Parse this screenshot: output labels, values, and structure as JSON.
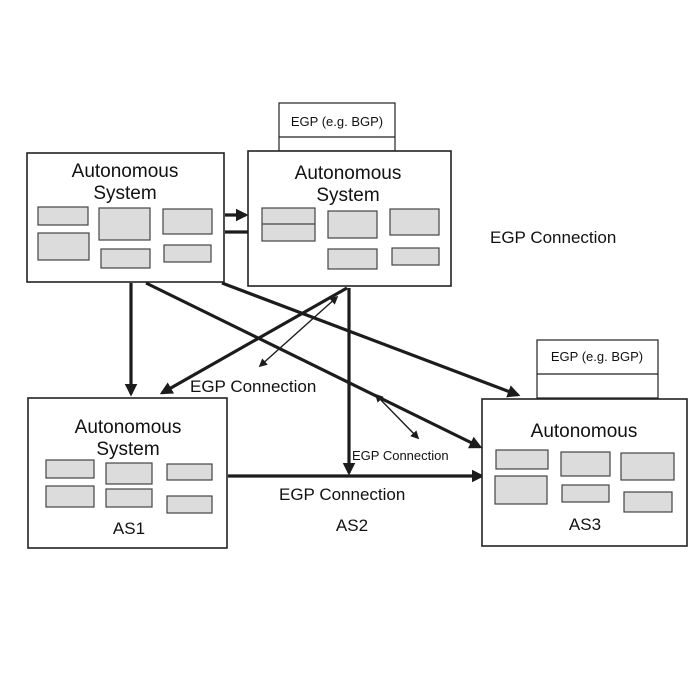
{
  "systems": {
    "top_left": {
      "title_line1": "Autonomous",
      "title_line2": "System"
    },
    "top_center": {
      "title_line1": "Autonomous",
      "title_line2": "System",
      "tab_label": "EGP (e.g. BGP)"
    },
    "bottom_left": {
      "title_line1": "Autonomous",
      "title_line2": "System",
      "as_label": "AS1"
    },
    "bottom_right": {
      "title_line1": "Autonomous",
      "tab_label": "EGP (e.g. BGP)",
      "as_label": "AS3"
    }
  },
  "labels": {
    "egp_upper_right": "EGP Connection",
    "egp_middle": "EGP Connection",
    "egp_small": "EGP Connection",
    "egp_bottom": "EGP Connection",
    "as2": "AS2"
  },
  "colors": {
    "component_fill": "#dcdcdc",
    "line": "#1c1c1c"
  }
}
